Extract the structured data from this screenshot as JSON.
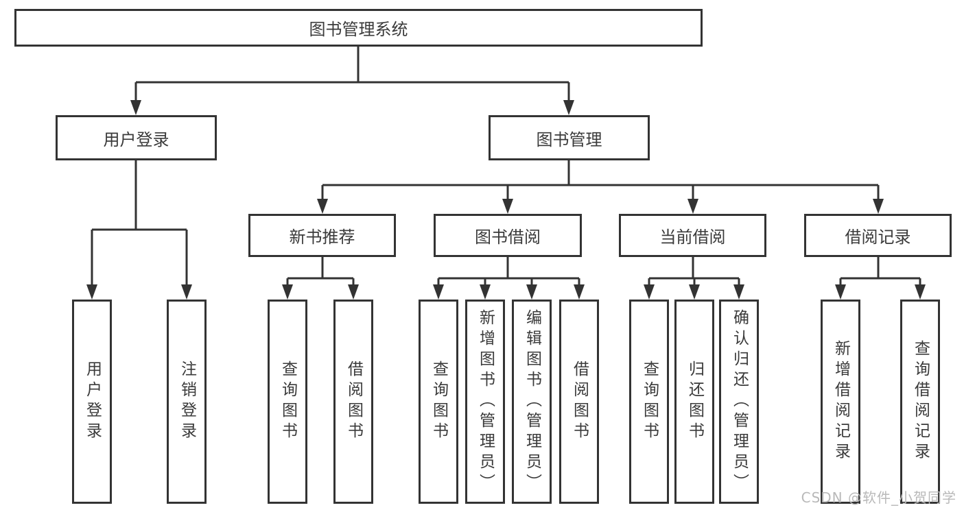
{
  "tree": {
    "root": {
      "label": "图书管理系统"
    },
    "level1": [
      {
        "label": "用户登录",
        "children": [
          {
            "label": "用户登录"
          },
          {
            "label": "注销登录"
          }
        ]
      },
      {
        "label": "图书管理",
        "children": [
          {
            "label": "新书推荐",
            "children": [
              {
                "label": "查询图书"
              },
              {
                "label": "借阅图书"
              }
            ]
          },
          {
            "label": "图书借阅",
            "children": [
              {
                "label": "查询图书"
              },
              {
                "label": "新增图书（管理员）"
              },
              {
                "label": "编辑图书（管理员）"
              },
              {
                "label": "借阅图书"
              }
            ]
          },
          {
            "label": "当前借阅",
            "children": [
              {
                "label": "查询图书"
              },
              {
                "label": "归还图书"
              },
              {
                "label": "确认归还（管理员）"
              }
            ]
          },
          {
            "label": "借阅记录",
            "children": [
              {
                "label": "新增借阅记录"
              },
              {
                "label": "查询借阅记录"
              }
            ]
          }
        ]
      }
    ]
  },
  "watermark": {
    "text": "CSDN @软件_小贺同学"
  },
  "colors": {
    "line": "#333333",
    "text": "#3a3a3a",
    "watermark": "#b9b9b9",
    "background": "#ffffff"
  }
}
